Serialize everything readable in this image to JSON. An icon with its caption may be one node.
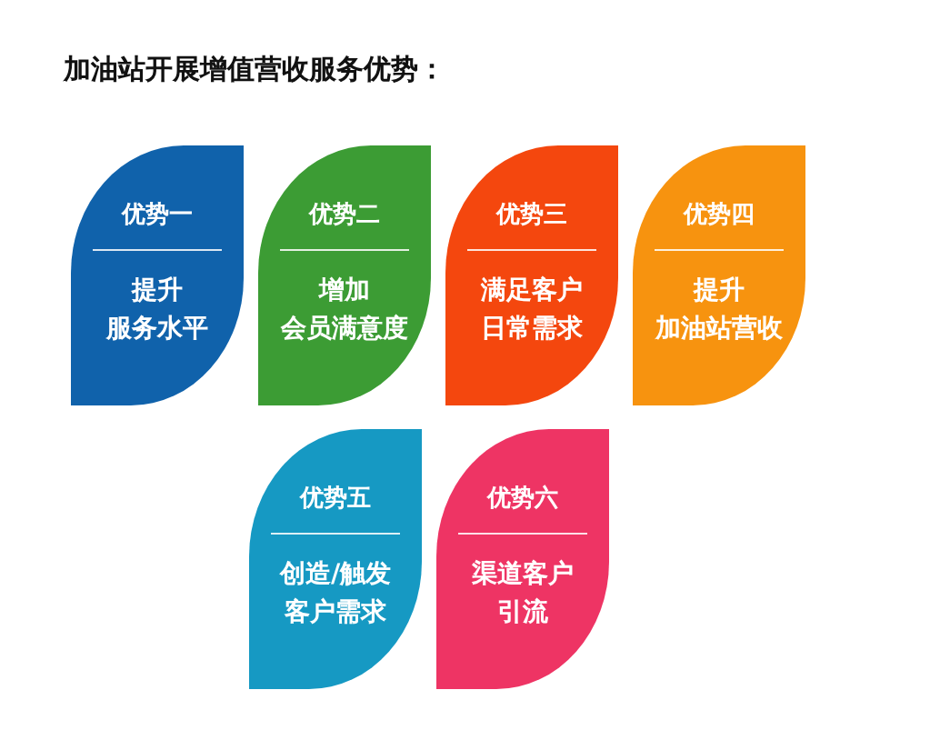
{
  "diagram": {
    "title": "加油站开展增值营收服务优势：",
    "nodes": [
      {
        "text": [
          "优势一",
          "提升服务水平"
        ]
      },
      {
        "text": [
          "优势二",
          "增加会员满意度"
        ]
      },
      {
        "text": [
          "优势三",
          "满足客户日常需求"
        ]
      },
      {
        "text": [
          "优势四",
          "提升加油站营收"
        ]
      },
      {
        "text": [
          "优势五",
          "创造/触发客户需求"
        ]
      },
      {
        "text": [
          "优势六",
          "渠道客户引流"
        ]
      }
    ]
  }
}
